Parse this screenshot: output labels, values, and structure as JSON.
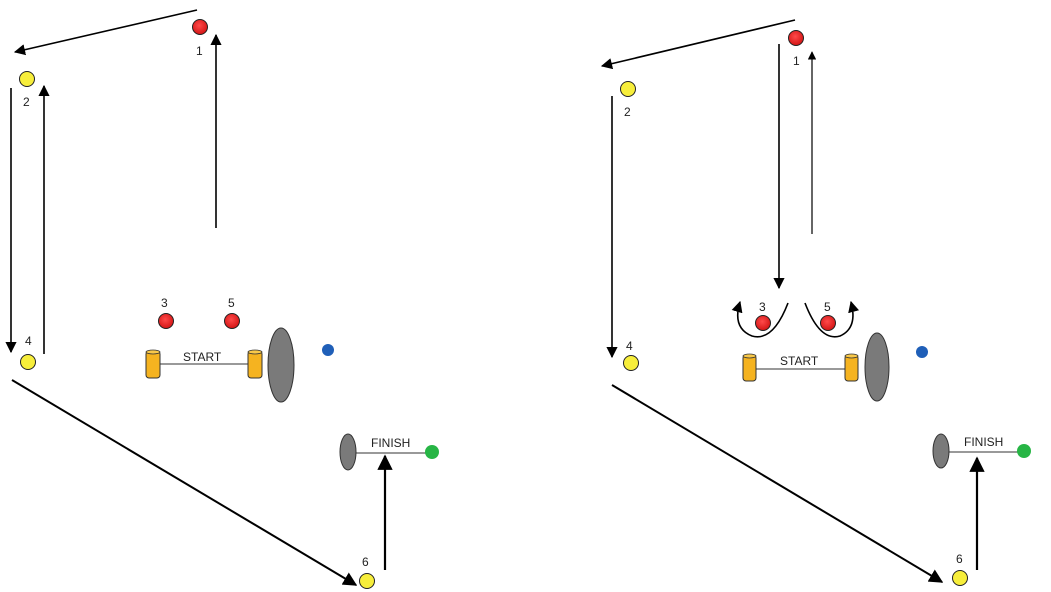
{
  "colors": {
    "red_cone": "#e41e1e",
    "yellow_cone": "#f7ee3b",
    "blue_dot": "#1f5fb8",
    "green_dot": "#27b545",
    "gate_post": "#f5b320",
    "gate_oval": "#7a7a7a"
  },
  "left": {
    "cones": {
      "c1": "1",
      "c2": "2",
      "c3": "3",
      "c4": "4",
      "c5": "5",
      "c6": "6"
    },
    "start_label": "START",
    "finish_label": "FINISH"
  },
  "right": {
    "cones": {
      "c1": "1",
      "c2": "2",
      "c3": "3",
      "c4": "4",
      "c5": "5",
      "c6": "6"
    },
    "start_label": "START",
    "finish_label": "FINISH"
  }
}
